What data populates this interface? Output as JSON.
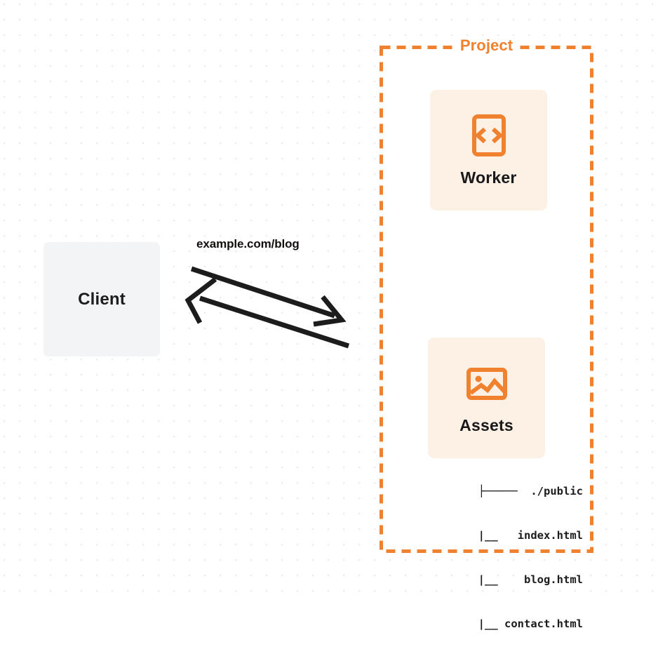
{
  "diagram": {
    "title": "Client request to Project (Worker + Assets)",
    "colors": {
      "orange": "#f0812f",
      "card_fill": "#fdf0e4",
      "client_fill": "#f3f4f5",
      "text_dark": "#1d1d1d",
      "background": "#ffffff",
      "dot_grid": "#eceded"
    }
  },
  "client": {
    "label": "Client"
  },
  "edge": {
    "label": "example.com/blog",
    "request_direction": "client-to-project",
    "response_direction": "project-to-client"
  },
  "project": {
    "title": "Project",
    "border_style": "dashed",
    "cards": [
      {
        "label": "Worker",
        "icon": "code-brackets-icon"
      },
      {
        "label": "Assets",
        "icon": "image-icon"
      }
    ],
    "file_tree": {
      "root": "./public",
      "root_connector": "├─────",
      "child_connector": "|__",
      "children": [
        "index.html",
        "blog.html",
        "contact.html"
      ],
      "rows": [
        "├─────  ./public",
        "    |__   index.html",
        "    |__    blog.html",
        "    |__ contact.html"
      ]
    }
  }
}
